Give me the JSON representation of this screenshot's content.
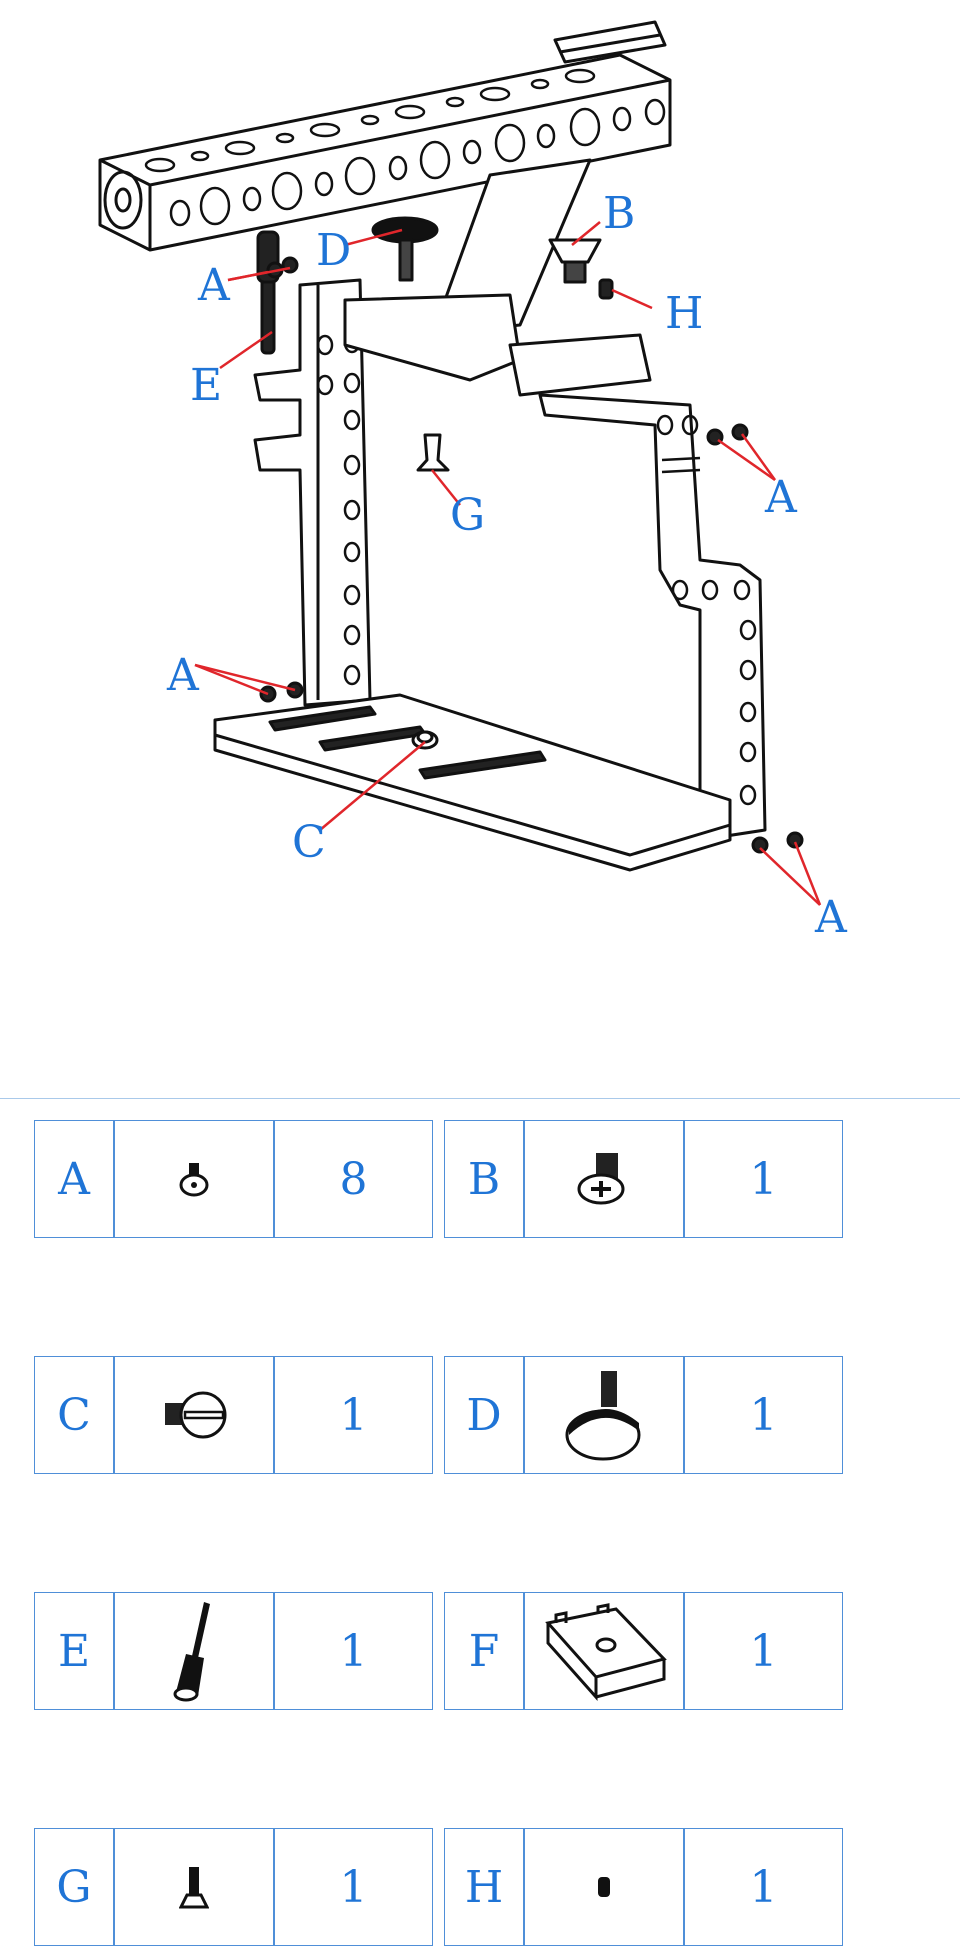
{
  "diagram": {
    "callouts": [
      "A",
      "B",
      "C",
      "D",
      "E",
      "G",
      "H",
      "A",
      "A",
      "A"
    ]
  },
  "parts": [
    {
      "letter": "A",
      "qty": "8",
      "icon": "button-head-screw-icon"
    },
    {
      "letter": "B",
      "qty": "1",
      "icon": "countersunk-phillips-screw-icon"
    },
    {
      "letter": "C",
      "qty": "1",
      "icon": "slotted-screw-icon"
    },
    {
      "letter": "D",
      "qty": "1",
      "icon": "thumb-screw-icon"
    },
    {
      "letter": "E",
      "qty": "1",
      "icon": "long-bolt-icon"
    },
    {
      "letter": "F",
      "qty": "1",
      "icon": "shoe-mount-icon"
    },
    {
      "letter": "G",
      "qty": "1",
      "icon": "flat-head-screw-icon"
    },
    {
      "letter": "H",
      "qty": "1",
      "icon": "set-screw-icon"
    }
  ],
  "colors": {
    "label": "#1f74d6",
    "leader": "#e0262b",
    "grid": "#4f8fd8",
    "line": "#111111"
  }
}
